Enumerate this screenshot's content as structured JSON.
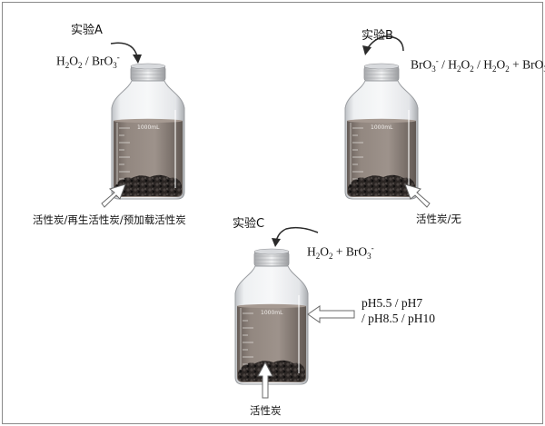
{
  "experiments": [
    {
      "id": "A",
      "title": "实验A",
      "bottom_label": "活性炭/再生活性炭/预加载活性炭"
    },
    {
      "id": "B",
      "title": "实验B",
      "bottom_label": "活性炭/无"
    },
    {
      "id": "C",
      "title": "实验C",
      "bottom_label": "活性炭",
      "ph_line1": "pH5.5 / pH7",
      "ph_line2": "/ pH8.5 / pH10"
    }
  ],
  "bottle_volume_label": "1000mL"
}
